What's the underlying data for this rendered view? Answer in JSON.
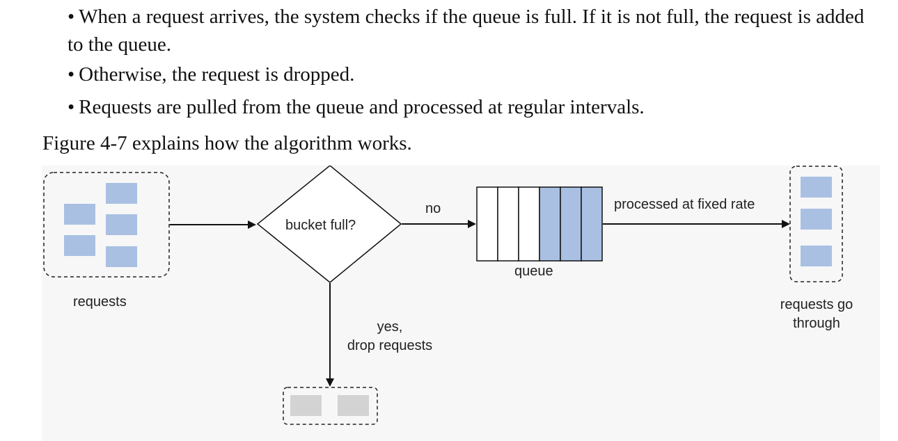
{
  "bullets": [
    "When a request arrives, the system checks if the queue is full. If it is not full, the request is added to the queue.",
    "Otherwise, the request is dropped.",
    "Requests are pulled from the queue and processed at regular intervals."
  ],
  "bullet_symbol": "•",
  "intro": "Figure 4-7 explains how the algorithm works.",
  "diagram": {
    "requests_label": "requests",
    "decision_label": "bucket full?",
    "no_label": "no",
    "yes_label_line1": "yes,",
    "yes_label_line2": "drop requests",
    "queue_label": "queue",
    "processed_label": "processed at fixed rate",
    "through_label_line1": "requests go",
    "through_label_line2": "through"
  },
  "colors": {
    "request_box": "#a9c0e3",
    "dropped_box": "#d3d3d3",
    "figure_bg": "#f7f7f7",
    "line": "#111111"
  }
}
